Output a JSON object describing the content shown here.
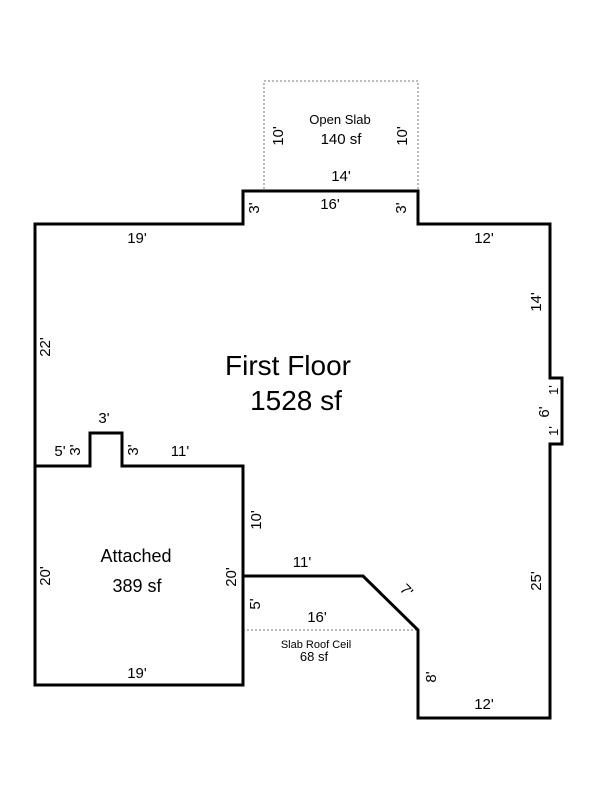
{
  "rooms": {
    "first_floor": {
      "name": "First Floor",
      "area": "1528 sf"
    },
    "attached": {
      "name": "Attached",
      "area": "389 sf"
    },
    "open_slab": {
      "name": "Open Slab",
      "area": "140 sf"
    },
    "slab_roof": {
      "name": "Slab Roof Ceil",
      "area": "68 sf"
    }
  },
  "dimensions": {
    "top_bump_width": "14'",
    "top_inner": "16'",
    "open_slab_left": "10'",
    "open_slab_right": "10'",
    "notch_left": "3'",
    "notch_right": "3'",
    "top_left_wall": "19'",
    "top_right_wall": "12'",
    "left_wall": "22'",
    "right_upper": "14'",
    "right_bump_top": "1'",
    "right_bump_height": "6'",
    "right_bump_bottom": "1'",
    "chimney_top": "3'",
    "chimney_left_offset": "5'",
    "chimney_left_height": "3'",
    "chimney_right_height": "3'",
    "mid_wall": "11'",
    "inner_vertical": "10'",
    "attached_left": "20'",
    "attached_right": "20'",
    "attached_bottom": "19'",
    "inner_horizontal": "11'",
    "diagonal": "7'",
    "slab_gap_height": "5'",
    "slab_roof_width": "16'",
    "bottom_step": "8'",
    "bottom_right": "12'",
    "right_lower": "25'"
  }
}
